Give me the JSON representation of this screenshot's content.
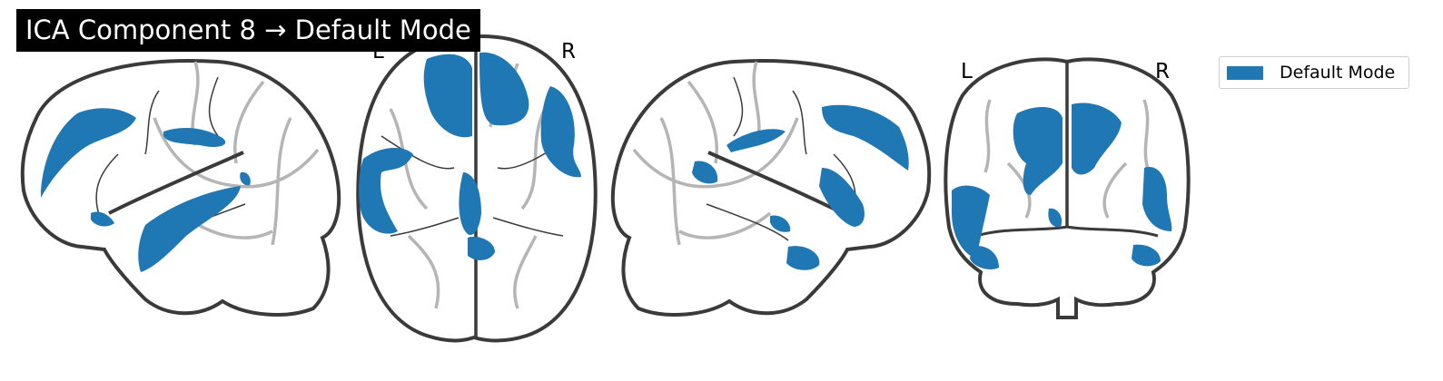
{
  "title": "ICA Component 8 → Default Mode",
  "views": {
    "axial": {
      "left_label": "L",
      "right_label": "R"
    },
    "coronal": {
      "left_label": "L",
      "right_label": "R"
    }
  },
  "legend": {
    "label": "Default Mode",
    "color": "#1f77b4"
  },
  "colors": {
    "outline": "#3a3a3a",
    "sulci": "#b5b5b5",
    "network": "#1f77b4"
  }
}
